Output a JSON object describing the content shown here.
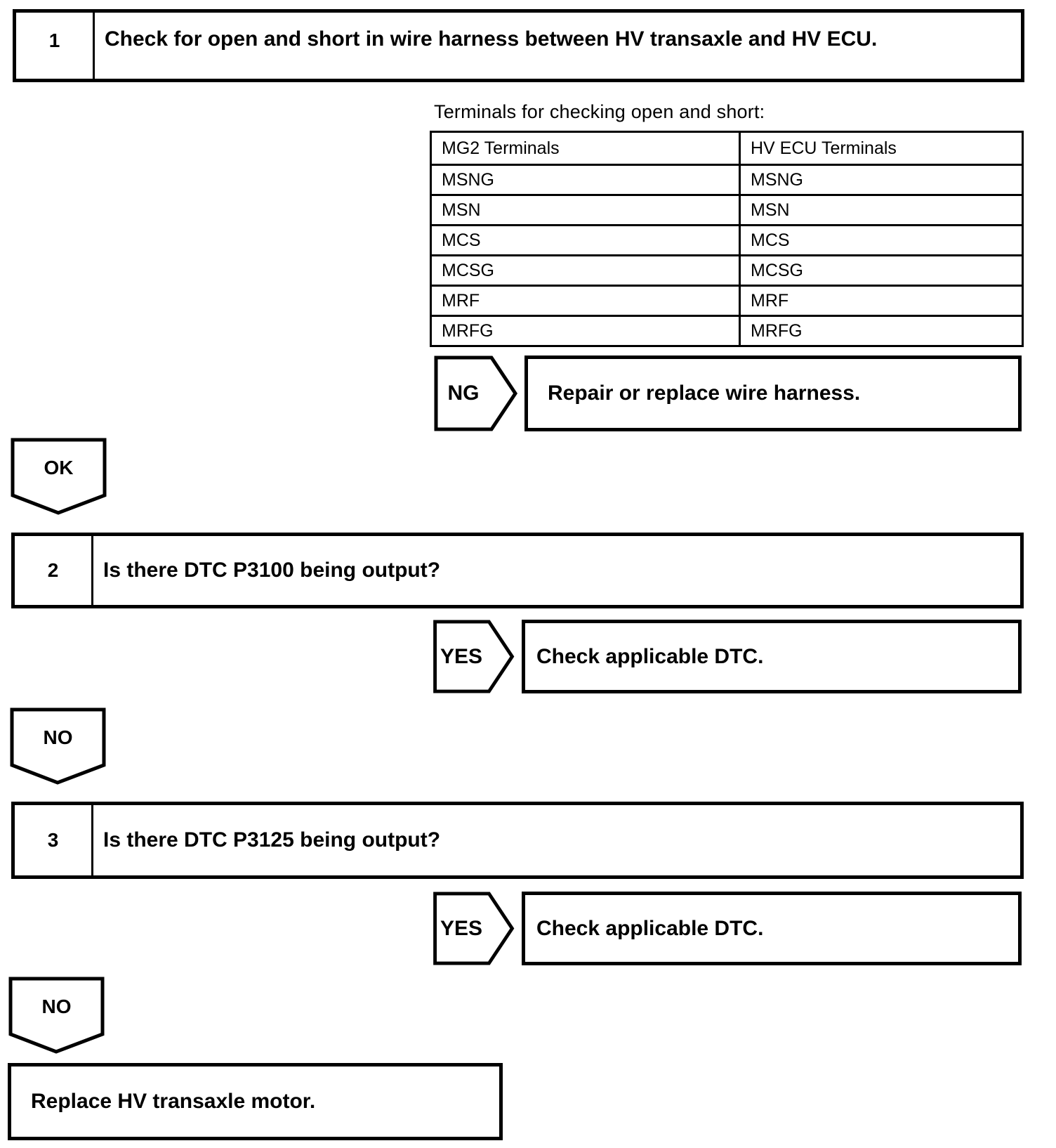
{
  "flowchart": {
    "steps": [
      {
        "number": "1",
        "question": "Check for open and short in wire harness between HV transaxle and HV ECU."
      },
      {
        "number": "2",
        "question": "Is there DTC P3100 being output?"
      },
      {
        "number": "3",
        "question": "Is there DTC P3125 being output?"
      }
    ],
    "caption": "Terminals for checking open and short:",
    "table": {
      "headers": [
        "MG2 Terminals",
        "HV ECU Terminals"
      ],
      "rows": [
        [
          "MSNG",
          "MSNG"
        ],
        [
          "MSN",
          "MSN"
        ],
        [
          "MCS",
          "MCS"
        ],
        [
          "MCSG",
          "MCSG"
        ],
        [
          "MRF",
          "MRF"
        ],
        [
          "MRFG",
          "MRFG"
        ]
      ]
    },
    "branches": [
      {
        "label": "NG",
        "action": "Repair or replace wire harness."
      },
      {
        "label": "YES",
        "action": "Check applicable DTC."
      },
      {
        "label": "YES",
        "action": "Check applicable DTC."
      }
    ],
    "connectors": [
      "OK",
      "NO",
      "NO"
    ],
    "final_action": "Replace HV transaxle motor.",
    "ink_color": "#000000",
    "paper_color": "#ffffff"
  }
}
